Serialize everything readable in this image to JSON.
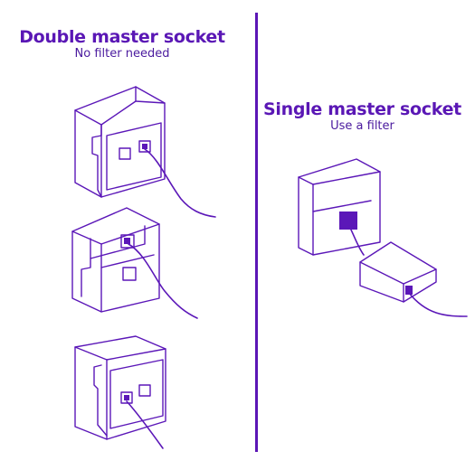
{
  "left": {
    "title": "Double master socket",
    "subtitle": "No filter needed"
  },
  "right": {
    "title": "Single master socket",
    "subtitle": "Use a filter"
  },
  "colors": {
    "accent": "#5b17b8",
    "heading": "#5a17b5",
    "background": "#ffffff"
  }
}
